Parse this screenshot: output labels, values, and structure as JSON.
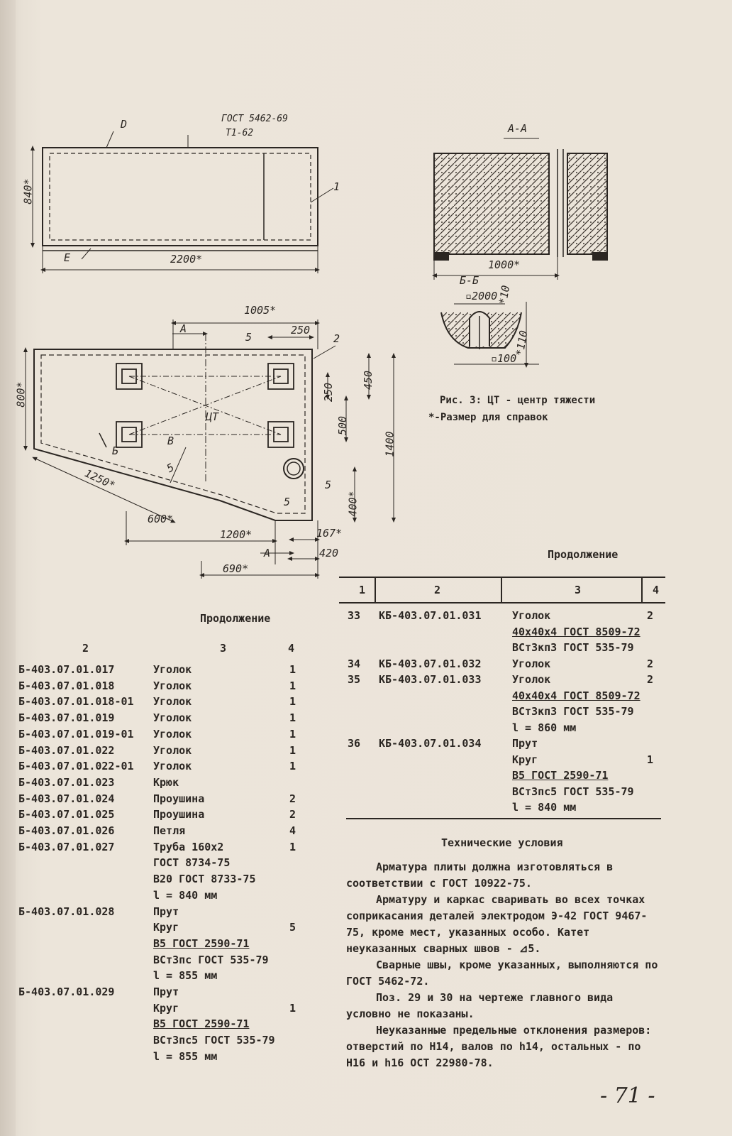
{
  "drawing_labels": {
    "top_view": {
      "view_d": "D",
      "gost_note_1": "ГОСТ 5462-69",
      "gost_note_2": "T1-62",
      "dim_width": "2200*",
      "dim_height": "840*",
      "view_e": "E",
      "callout_1": "1"
    },
    "section_aa": {
      "title": "А-А",
      "dim_width": "1000*"
    },
    "section_bb": {
      "title": "Б-Б",
      "dim_2000": "▫2000",
      "dim_10": "*10",
      "dim_110": "*110",
      "dim_100": "▫100"
    },
    "plan_view": {
      "dim_1005": "1005*",
      "dim_250_top": "250",
      "dim_5_top": "5",
      "callout_2": "2",
      "section_mark_a": "А",
      "dim_800": "800*",
      "dim_450": "450",
      "dim_250_side": "250",
      "dim_500": "500",
      "dim_1400": "1400",
      "ct": "ЦТ",
      "mark_b": "В",
      "mark_b2": "Б",
      "dim_5_diag": "5",
      "dim_1250": "1250*",
      "dim_600": "600*",
      "dim_1200": "1200*",
      "dim_5_bottom": "5",
      "dim_400": "400*",
      "dim_5_low": "5",
      "dim_167": "167*",
      "dim_420": "420",
      "dim_690": "690*",
      "section_mark_a2": "А"
    }
  },
  "figure_caption": {
    "line1": "Рис. 3: ЦТ - центр тяжести",
    "line2": "*-Размер для справок"
  },
  "left_table": {
    "title": "Продолжение",
    "columns": [
      "2",
      "3",
      "4"
    ],
    "rows": [
      [
        "Б-403.07.01.017",
        "Уголок",
        "1"
      ],
      [
        "Б-403.07.01.018",
        "Уголок",
        "1"
      ],
      [
        "Б-403.07.01.018-01",
        "Уголок",
        "1"
      ],
      [
        "Б-403.07.01.019",
        "Уголок",
        "1"
      ],
      [
        "Б-403.07.01.019-01",
        "Уголок",
        "1"
      ],
      [
        "Б-403.07.01.022",
        "Уголок",
        "1"
      ],
      [
        "Б-403.07.01.022-01",
        "Уголок",
        "1"
      ],
      [
        "Б-403.07.01.023",
        "Крюк",
        ""
      ],
      [
        "Б-403.07.01.024",
        "Проушина",
        "2"
      ],
      [
        "Б-403.07.01.025",
        "Проушина",
        "2"
      ],
      [
        "Б-403.07.01.026",
        "Петля",
        "4"
      ],
      [
        "Б-403.07.01.027",
        "Труба 160х2",
        "1"
      ],
      [
        "",
        "ГОСТ 8734-75",
        ""
      ],
      [
        "",
        "В20 ГОСТ 8733-75",
        ""
      ],
      [
        "",
        "l = 840 мм",
        ""
      ],
      [
        "Б-403.07.01.028",
        "Прут",
        ""
      ],
      [
        "",
        "Круг",
        "5"
      ],
      [
        "",
        "В5 ГОСТ 2590-71",
        ""
      ],
      [
        "",
        "ВСт3пс ГОСТ 535-79",
        ""
      ],
      [
        "",
        "l = 855 мм",
        ""
      ],
      [
        "Б-403.07.01.029",
        "Прут",
        ""
      ],
      [
        "",
        "Круг",
        "1"
      ],
      [
        "",
        "В5 ГОСТ 2590-71",
        ""
      ],
      [
        "",
        "ВСт3пс5 ГОСТ 535-79",
        ""
      ],
      [
        "",
        "l = 855 мм",
        ""
      ]
    ]
  },
  "right_table": {
    "title": "Продолжение",
    "columns": [
      "1",
      "2",
      "3",
      "4"
    ],
    "rows": [
      [
        "33",
        "КБ-403.07.01.031",
        "Уголок",
        "2"
      ],
      [
        "",
        "",
        "40х40х4 ГОСТ 8509-72",
        ""
      ],
      [
        "",
        "",
        "ВСт3кп3 ГОСТ 535-79",
        ""
      ],
      [
        "34",
        "КБ-403.07.01.032",
        "Уголок",
        "2"
      ],
      [
        "35",
        "КБ-403.07.01.033",
        "Уголок",
        "2"
      ],
      [
        "",
        "",
        "40х40х4 ГОСТ 8509-72",
        ""
      ],
      [
        "",
        "",
        "ВСт3кп3 ГОСТ 535-79",
        ""
      ],
      [
        "",
        "",
        "l = 860 мм",
        ""
      ],
      [
        "36",
        "КБ-403.07.01.034",
        "Прут",
        ""
      ],
      [
        "",
        "",
        "Круг",
        "1"
      ],
      [
        "",
        "",
        "В5 ГОСТ 2590-71",
        ""
      ],
      [
        "",
        "",
        "ВСт3пс5 ГОСТ 535-79",
        ""
      ],
      [
        "",
        "",
        "l = 840 мм",
        ""
      ]
    ]
  },
  "tech": {
    "title": "Технические условия",
    "paragraphs": [
      "Арматура плиты должна изготовляться в соответствии с ГОСТ 10922-75.",
      "Арматуру и каркас сваривать во всех точках соприкасания деталей электродом Э-42 ГОСТ 9467-75, кроме мест, указанных особо. Катет неуказанных сварных швов - ⊿5.",
      "Сварные швы, кроме указанных, выполняются по ГОСТ 5462-72.",
      "Поз. 29 и 30 на чертеже главного вида условно не показаны.",
      "Неуказанные предельные отклонения размеров: отверстий по Н14, валов по h14, остальных - по Н16 и h16 ОСТ 22980-78."
    ]
  },
  "page_number": "- 71 -"
}
